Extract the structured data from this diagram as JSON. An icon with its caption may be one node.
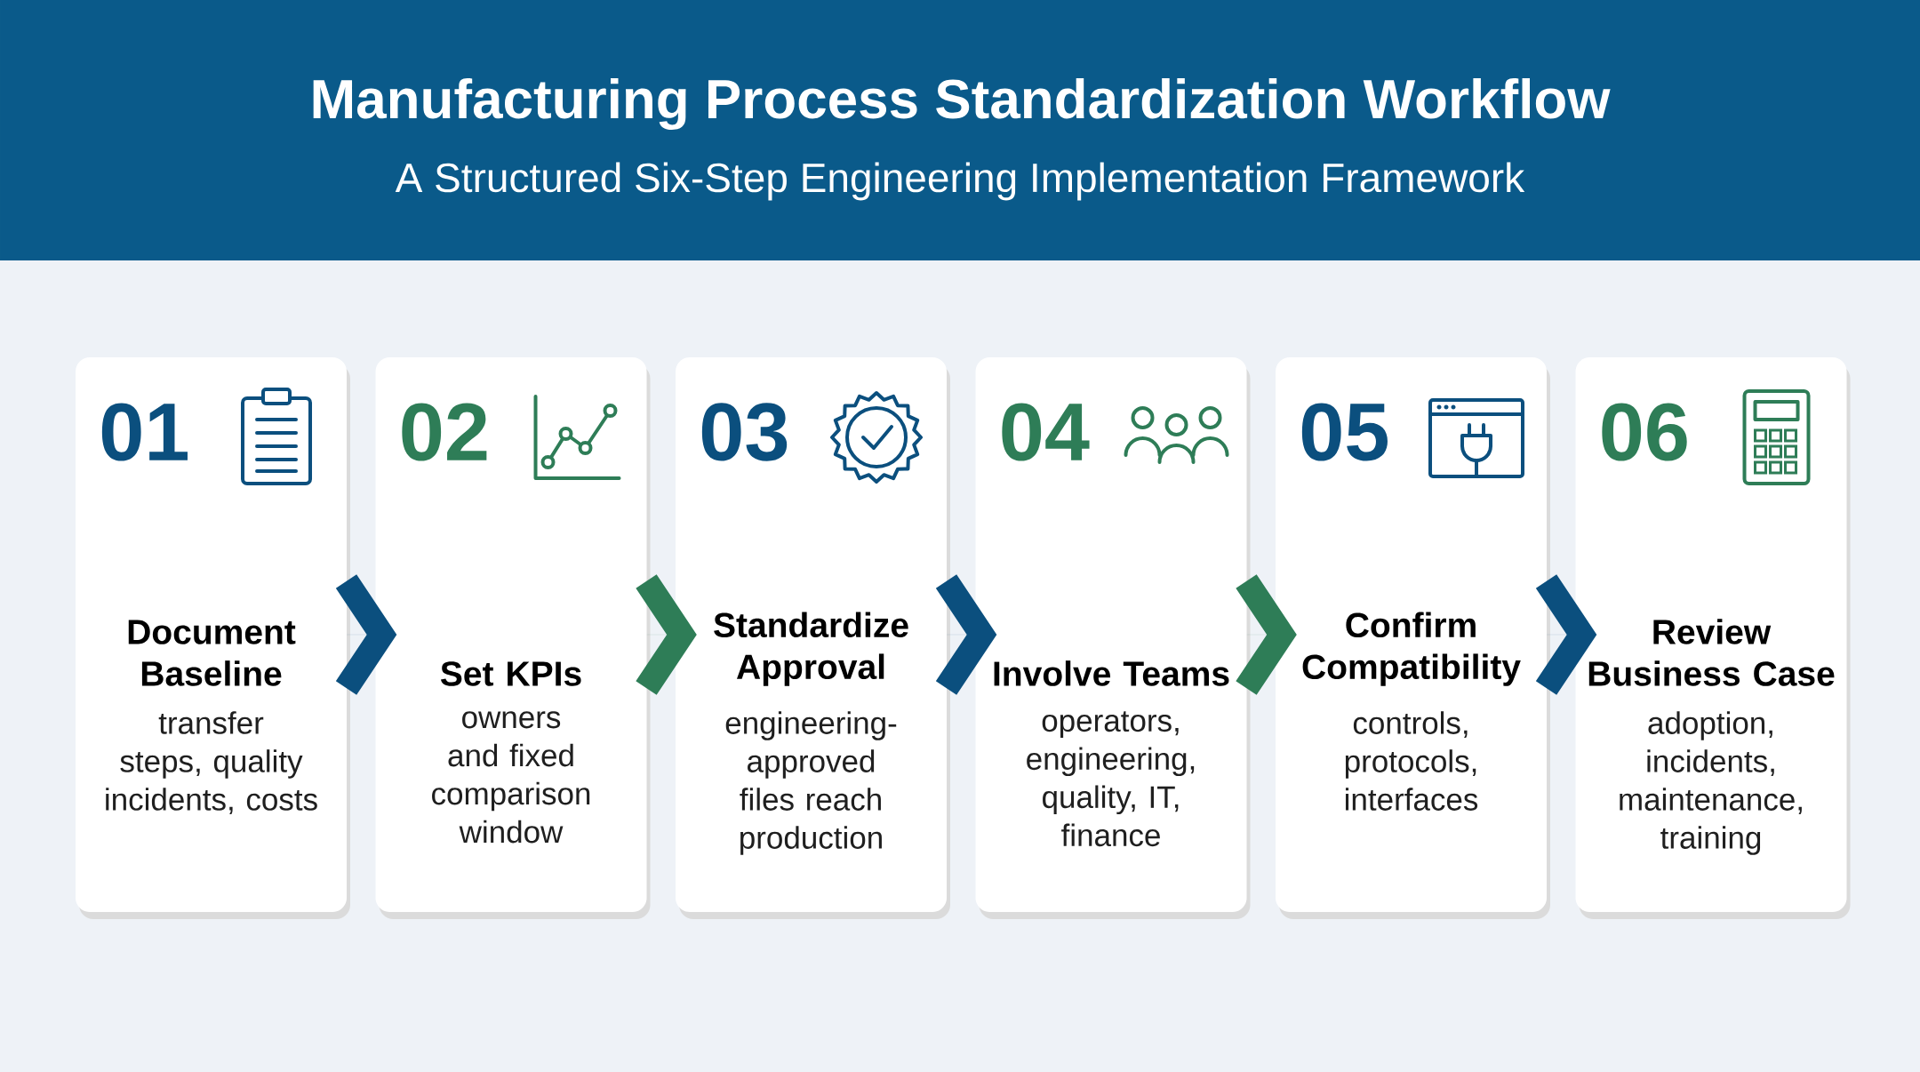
{
  "diagram": {
    "title": "Manufacturing Process Standardization Workflow",
    "nodes": [
      {
        "text": [
          "01",
          "Document Baseline",
          "transfer steps, quality incidents, costs"
        ]
      },
      {
        "text": [
          "02",
          "Set KPIs",
          "owners and fixed comparison window"
        ]
      },
      {
        "text": [
          "03",
          "Standardize Approval",
          "engineering-approved files reach production"
        ]
      },
      {
        "text": [
          "04",
          "Involve Teams",
          "operators, engineering, quality, IT, finance"
        ]
      },
      {
        "text": [
          "05",
          "Confirm Compatibility",
          "controls, protocols, interfaces"
        ]
      },
      {
        "text": [
          "06",
          "Review Business Case",
          "adoption, incidents, maintenance, training"
        ]
      }
    ],
    "edges": [
      {
        "from": 0,
        "to": 1,
        "arrow": "to"
      },
      {
        "from": 1,
        "to": 2,
        "arrow": "to",
        "color": "#2e7d57"
      },
      {
        "from": 2,
        "to": 3,
        "arrow": "to"
      },
      {
        "from": 3,
        "to": 4,
        "arrow": "to",
        "color": "#2e7d57"
      },
      {
        "from": 4,
        "to": 5,
        "arrow": "to"
      }
    ],
    "labels": [
      "A Structured Six-Step Engineering Implementation Framework"
    ]
  }
}
